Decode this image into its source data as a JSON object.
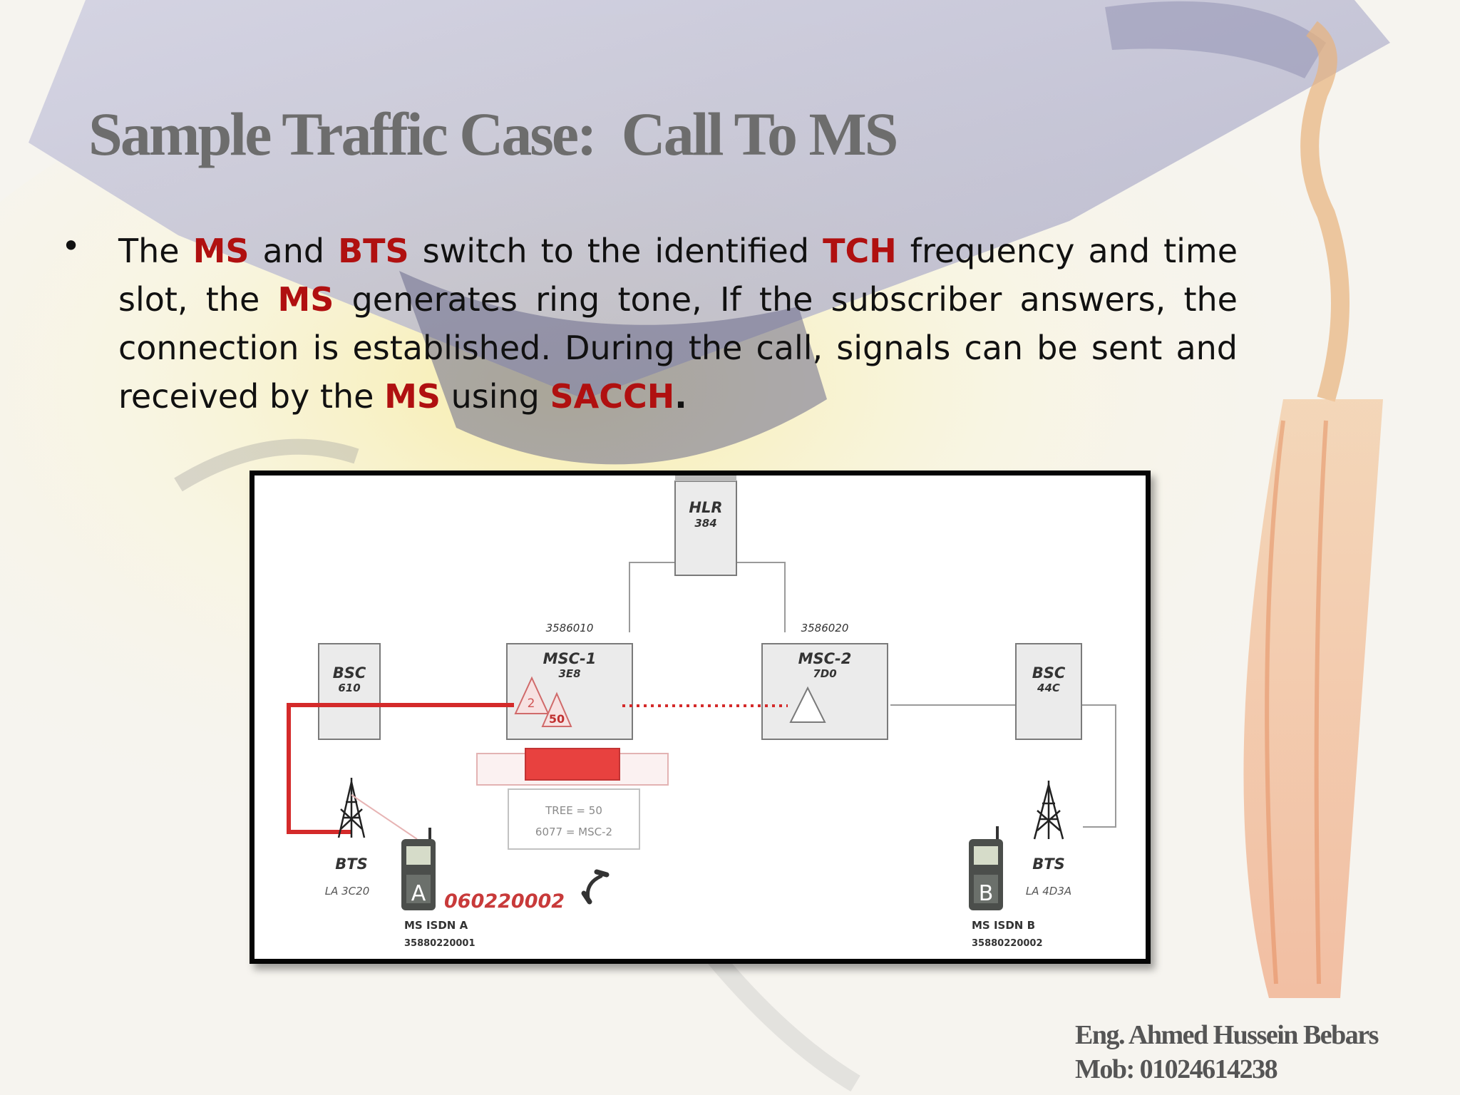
{
  "slide": {
    "title": "Sample Traffic Case:  Call To MS",
    "bullet": {
      "s1": "The ",
      "k1": "MS",
      "s2": " and ",
      "k2": "BTS",
      "s3": " switch to the identified ",
      "k3": "TCH",
      "s4": " frequency and time slot, the ",
      "k4": "MS",
      "s5": " generates ring tone, If the subscriber answers, the connection is established. During the call, signals can be sent and received by the ",
      "k5": "MS",
      "s6": " using ",
      "k6": "SACCH",
      "s7": "."
    }
  },
  "diagram": {
    "hlr": {
      "name": "HLR",
      "code": "384"
    },
    "msc1": {
      "number": "3586010",
      "name": "MSC-1",
      "code": "3E8"
    },
    "msc2": {
      "number": "3586020",
      "name": "MSC-2",
      "code": "7D0"
    },
    "bsc_a": {
      "name": "BSC",
      "code": "610"
    },
    "bsc_b": {
      "name": "BSC",
      "code": "44C"
    },
    "tri_a": "2",
    "tri_b": "50",
    "tree_line1": "TREE = 50",
    "tree_line2": "6077 = MSC-2",
    "bts_a": {
      "name": "BTS",
      "la": "LA 3C20"
    },
    "bts_b": {
      "name": "BTS",
      "la": "LA 4D3A"
    },
    "ms_a": {
      "letter": "A",
      "label": "MS ISDN A",
      "number": "35880220001"
    },
    "ms_b": {
      "letter": "B",
      "label": "MS ISDN B",
      "number": "35880220002"
    },
    "dialed": "060220002"
  },
  "footer": {
    "name": "Eng. Ahmed Hussein Bebars",
    "mobile": "Mob: 01024614238"
  },
  "colors": {
    "accent": "#b01010",
    "title": "#6d6d6d",
    "call_path": "#d42a2a"
  }
}
